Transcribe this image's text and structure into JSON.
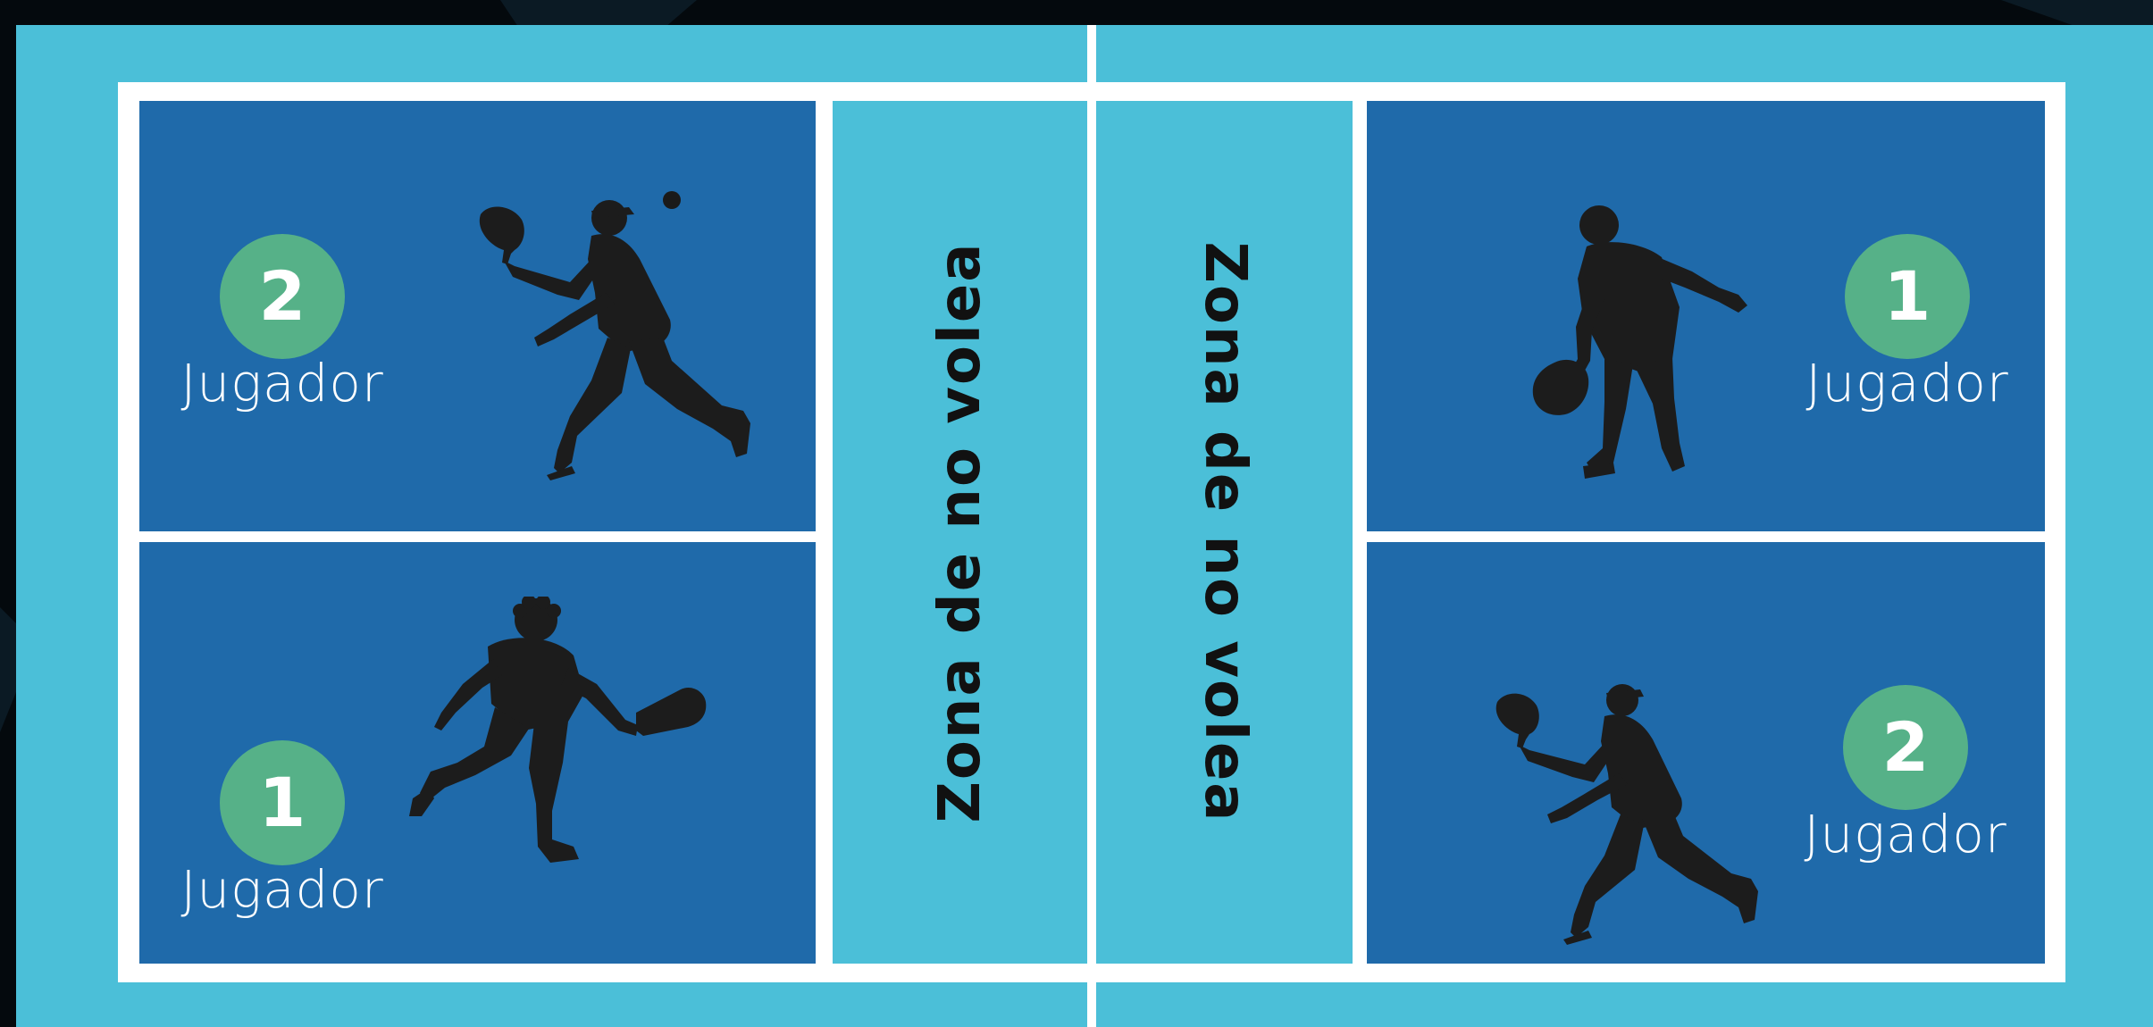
{
  "colors": {
    "background": "#04090d",
    "court_outer": "#4bbfd8",
    "court_inner": "#1f6aaa",
    "lines": "#ffffff",
    "badge": "#56b188",
    "text_dark": "#111111",
    "text_light": "#ffffff"
  },
  "kitchen": {
    "left_label": "Zona de no volea",
    "right_label": "Zona de no volea"
  },
  "players": {
    "left_top": {
      "number": "2",
      "label": "Jugador",
      "icon": "player-silhouette-icon"
    },
    "left_bottom": {
      "number": "1",
      "label": "Jugador",
      "icon": "player-silhouette-icon"
    },
    "right_top": {
      "number": "1",
      "label": "Jugador",
      "icon": "player-silhouette-icon"
    },
    "right_bottom": {
      "number": "2",
      "label": "Jugador",
      "icon": "player-silhouette-icon"
    }
  },
  "ball_icon": "ball-icon"
}
